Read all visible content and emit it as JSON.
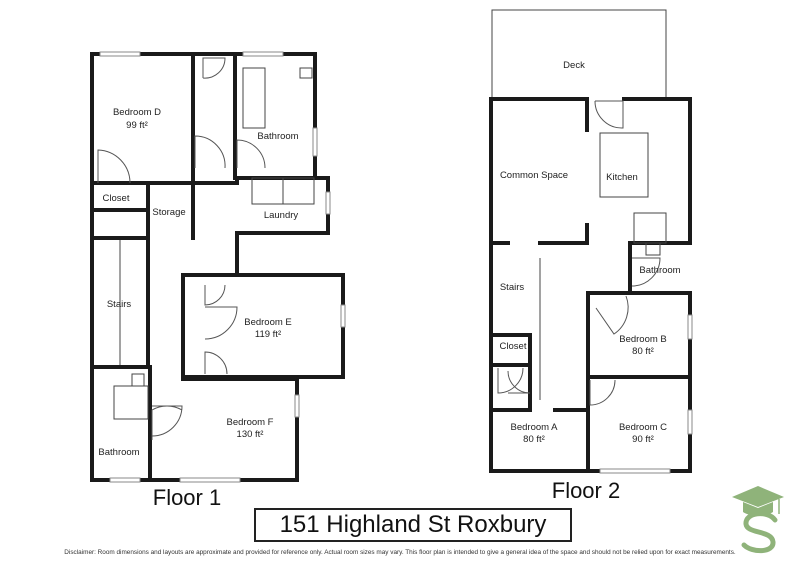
{
  "floor1": {
    "title": "Floor 1",
    "rooms": {
      "bedroom_d": {
        "name": "Bedroom D",
        "area": "99 ft²"
      },
      "bathroom": {
        "name": "Bathroom"
      },
      "closet": {
        "name": "Closet"
      },
      "storage": {
        "name": "Storage"
      },
      "laundry": {
        "name": "Laundry"
      },
      "stairs": {
        "name": "Stairs"
      },
      "bedroom_e": {
        "name": "Bedroom E",
        "area": "119 ft²"
      },
      "bedroom_f": {
        "name": "Bedroom F",
        "area": "130 ft²"
      },
      "bathroom_lower": {
        "name": "Bathroom"
      }
    }
  },
  "floor2": {
    "title": "Floor 2",
    "rooms": {
      "deck": {
        "name": "Deck"
      },
      "common_space": {
        "name": "Common Space"
      },
      "kitchen": {
        "name": "Kitchen"
      },
      "bathroom": {
        "name": "Bathroom"
      },
      "stairs": {
        "name": "Stairs"
      },
      "closet": {
        "name": "Closet"
      },
      "bedroom_b": {
        "name": "Bedroom B",
        "area": "80 ft²"
      },
      "bedroom_a": {
        "name": "Bedroom A",
        "area": "80 ft²"
      },
      "bedroom_c": {
        "name": "Bedroom C",
        "area": "90 ft²"
      }
    }
  },
  "address": "151 Highland St Roxbury",
  "disclaimer": "Disclaimer: Room dimensions and layouts are approximate and provided for reference only. Actual room sizes may vary. This floor plan is intended to give a general idea of the space and should not be relied upon for exact measurements.",
  "logo": {
    "icon": "graduation-cap-s-logo",
    "color": "#8fb37a"
  }
}
